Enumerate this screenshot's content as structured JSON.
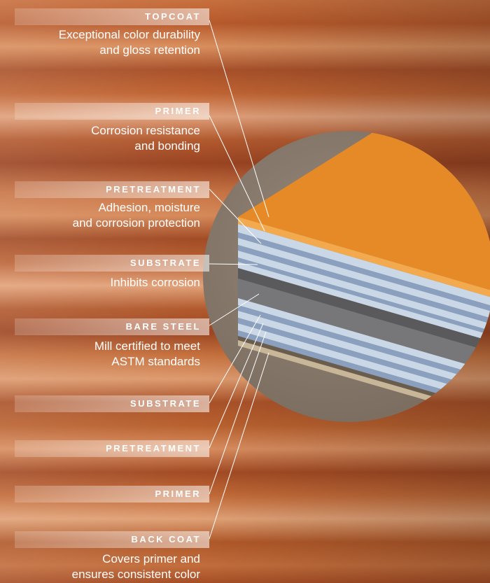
{
  "layers": [
    {
      "name": "TOPCOAT",
      "desc_line1": "Exceptional color durability",
      "desc_line2": "and gloss retention"
    },
    {
      "name": "PRIMER",
      "desc_line1": "Corrosion resistance",
      "desc_line2": "and bonding"
    },
    {
      "name": "PRETREATMENT",
      "desc_line1": "Adhesion, moisture",
      "desc_line2": "and corrosion protection"
    },
    {
      "name": "SUBSTRATE",
      "desc_line1": "Inhibits corrosion"
    },
    {
      "name": "BARE STEEL",
      "desc_line1": "Mill certified to meet",
      "desc_line2": "ASTM standards"
    },
    {
      "name": "SUBSTRATE"
    },
    {
      "name": "PRETREATMENT"
    },
    {
      "name": "PRIMER"
    },
    {
      "name": "BACK COAT",
      "desc_line1": "Covers primer and",
      "desc_line2": "ensures consistent color"
    }
  ],
  "colors": {
    "topcoat": "#e58a26",
    "primer_edge": "#f3a94e",
    "coating_light": "#c9d7e6",
    "coating_blue": "#8aa0be",
    "steel_dark": "#5a5a5c",
    "steel_mid": "#77777a",
    "backcoat": "#c8b698",
    "disc_bg": "#8a7b6b"
  }
}
